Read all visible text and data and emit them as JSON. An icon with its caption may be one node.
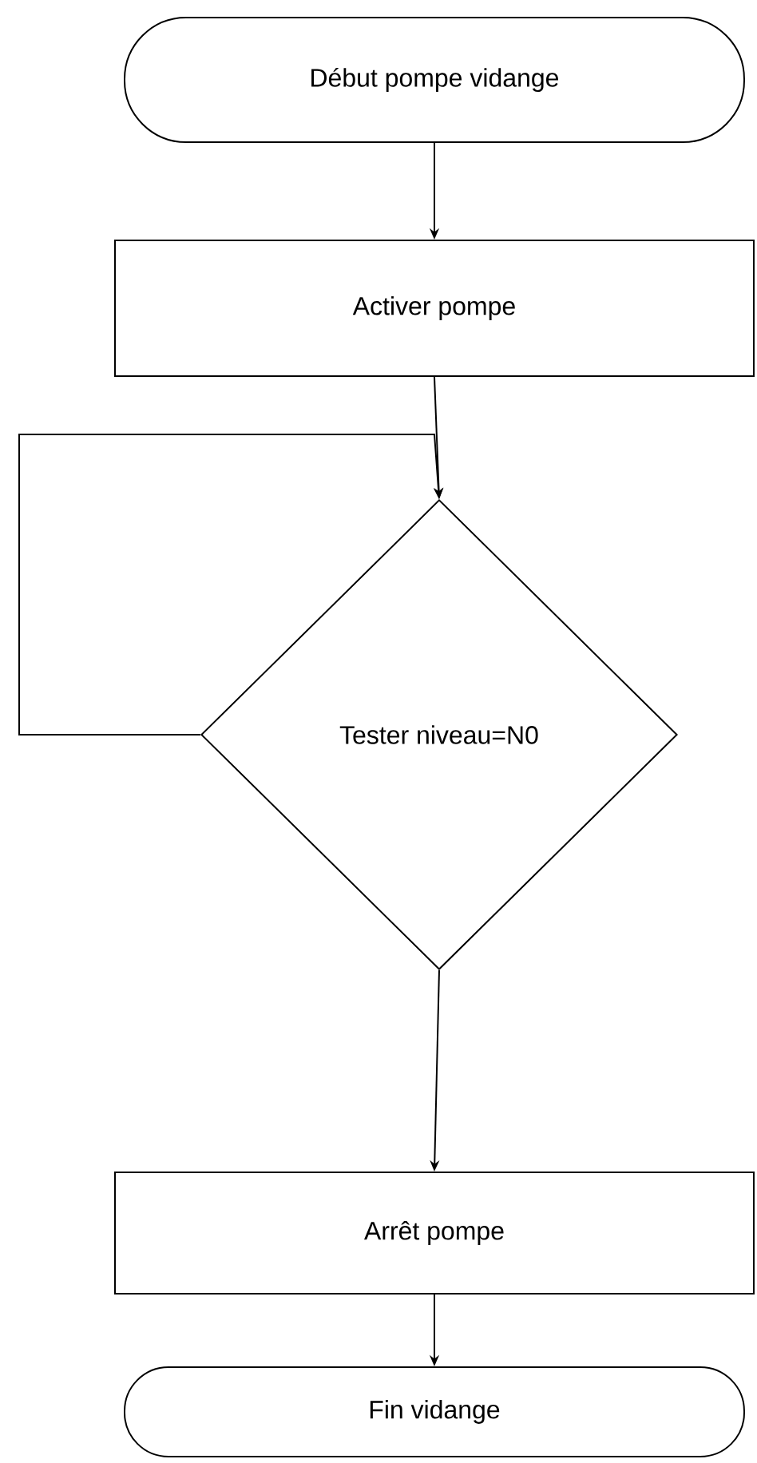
{
  "diagram": {
    "nodes": [
      {
        "text": [
          "Début pompe vidange"
        ]
      },
      {
        "text": [
          "Activer pompe"
        ]
      },
      {
        "text": [
          "Tester niveau=N0"
        ]
      },
      {
        "text": [
          "Arrêt pompe"
        ]
      },
      {
        "text": [
          "Fin vidange"
        ]
      }
    ],
    "edges": [
      {
        "from": 0,
        "to": 1,
        "arrow": "to"
      },
      {
        "from": 1,
        "to": 2,
        "arrow": "to"
      },
      {
        "from": 2,
        "to": 2,
        "arrow": "to"
      },
      {
        "from": 2,
        "to": 3,
        "arrow": "to"
      },
      {
        "from": 3,
        "to": 4,
        "arrow": "to"
      }
    ]
  }
}
